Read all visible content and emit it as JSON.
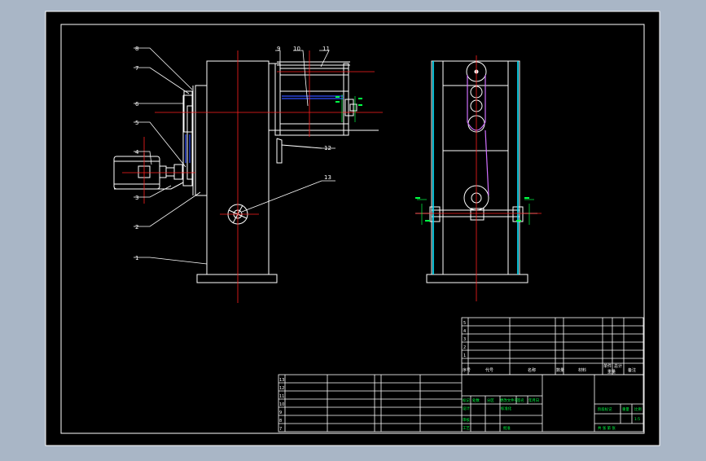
{
  "colors": {
    "background": "#a9b6c6",
    "sheet": "#000000",
    "line": "#ffffff",
    "centerline": "#ff2020",
    "cyan": "#00e5ff",
    "magenta": "#d070ff",
    "blue": "#3050ff",
    "green": "#00ff44",
    "yellow": "#ffff40"
  },
  "balloons": {
    "n1": "1",
    "n2": "2",
    "n3": "3",
    "n4": "4",
    "n5": "5",
    "n6": "6",
    "n7": "7",
    "n8": "8",
    "n9": "9",
    "n10": "10",
    "n11": "11",
    "n12": "12",
    "n13": "13"
  },
  "parts_list_header": {
    "seq": "序号",
    "code": "代号",
    "name": "名称",
    "qty": "数量",
    "material": "材料",
    "single": "单件",
    "total": "总计",
    "weight": "重量",
    "remark": "备注"
  },
  "parts_rows": [
    "5",
    "4",
    "3",
    "2",
    "1"
  ],
  "change_rows": [
    "13",
    "12",
    "11",
    "10",
    "9",
    "8",
    "7"
  ],
  "title_block": {
    "mark": "标记",
    "count": "处数",
    "zone": "分区",
    "change_doc": "更改文件号",
    "signature": "签名",
    "date": "年月日",
    "designer": "设计",
    "standardize": "标准化",
    "review": "审核",
    "process": "工艺",
    "approve": "批准",
    "stage_mark": "阶段标记",
    "weight": "重量",
    "ratio": "比例",
    "scale": "1:5",
    "sheets": "共 张 第 张"
  }
}
